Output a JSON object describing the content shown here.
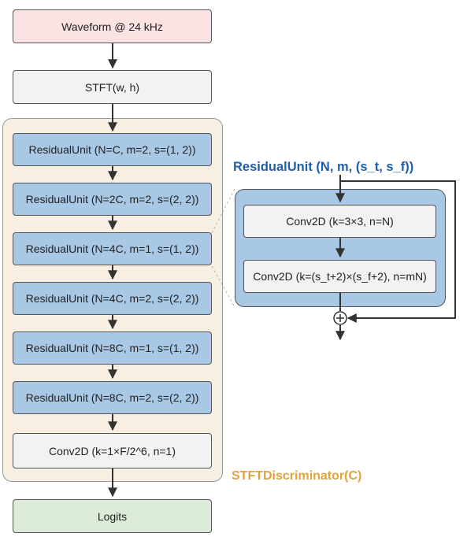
{
  "input": {
    "label": "Waveform @ 24 kHz"
  },
  "stft": {
    "label": "STFT(w, h)"
  },
  "discriminator": {
    "label": "STFTDiscriminator(C)",
    "units": [
      "ResidualUnit (N=C, m=2, s=(1, 2))",
      "ResidualUnit (N=2C, m=2, s=(2, 2))",
      "ResidualUnit (N=4C, m=1, s=(1, 2))",
      "ResidualUnit (N=4C, m=2, s=(2, 2))",
      "ResidualUnit (N=8C, m=1, s=(1, 2))",
      "ResidualUnit (N=8C, m=2, s=(2, 2))"
    ],
    "final_conv": "Conv2D (k=1×F/2^6, n=1)"
  },
  "output": {
    "label": "Logits"
  },
  "residual_unit": {
    "title": "ResidualUnit (N, m, (s_t, s_f))",
    "conv1": "Conv2D (k=3×3, n=N)",
    "conv2": "Conv2D (k=(s_t+2)×(s_f+2), n=mN)",
    "sum_symbol": "⊕"
  },
  "colors": {
    "input_fill": "#fbe3e3",
    "box_fill": "#f2f2f2",
    "unit_fill": "#a8c8e6",
    "panel_fill": "#f7efe2",
    "output_fill": "#dcebd8",
    "title_blue": "#1f5fa8",
    "title_orange": "#e0a33a"
  }
}
